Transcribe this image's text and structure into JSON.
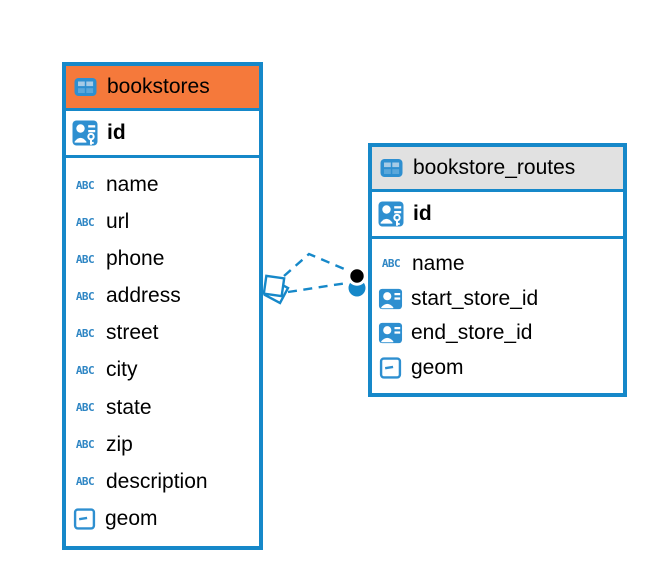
{
  "icon_labels": {
    "text_type": "ABC"
  },
  "colors": {
    "accent_blue": "#1688c9",
    "icon_blue": "#2e8fd0",
    "header_orange": "#f5793b",
    "header_gray": "#e1e1e1",
    "endpoint_black": "#000000",
    "background": "#ffffff"
  },
  "tables": [
    {
      "title": "bookstores",
      "primary_key": "id",
      "fields": [
        {
          "name": "name",
          "type": "text"
        },
        {
          "name": "url",
          "type": "text"
        },
        {
          "name": "phone",
          "type": "text"
        },
        {
          "name": "address",
          "type": "text"
        },
        {
          "name": "street",
          "type": "text"
        },
        {
          "name": "city",
          "type": "text"
        },
        {
          "name": "state",
          "type": "text"
        },
        {
          "name": "zip",
          "type": "text"
        },
        {
          "name": "description",
          "type": "text"
        },
        {
          "name": "geom",
          "type": "geometry"
        }
      ]
    },
    {
      "title": "bookstore_routes",
      "primary_key": "id",
      "fields": [
        {
          "name": "name",
          "type": "text"
        },
        {
          "name": "start_store_id",
          "type": "foreign-key"
        },
        {
          "name": "end_store_id",
          "type": "foreign-key"
        },
        {
          "name": "geom",
          "type": "geometry"
        }
      ]
    }
  ],
  "relationships": [
    {
      "from": "bookstore_routes.start_store_id",
      "to": "bookstores.id",
      "style": "dashed"
    },
    {
      "from": "bookstore_routes.end_store_id",
      "to": "bookstores.id",
      "style": "dashed"
    }
  ]
}
